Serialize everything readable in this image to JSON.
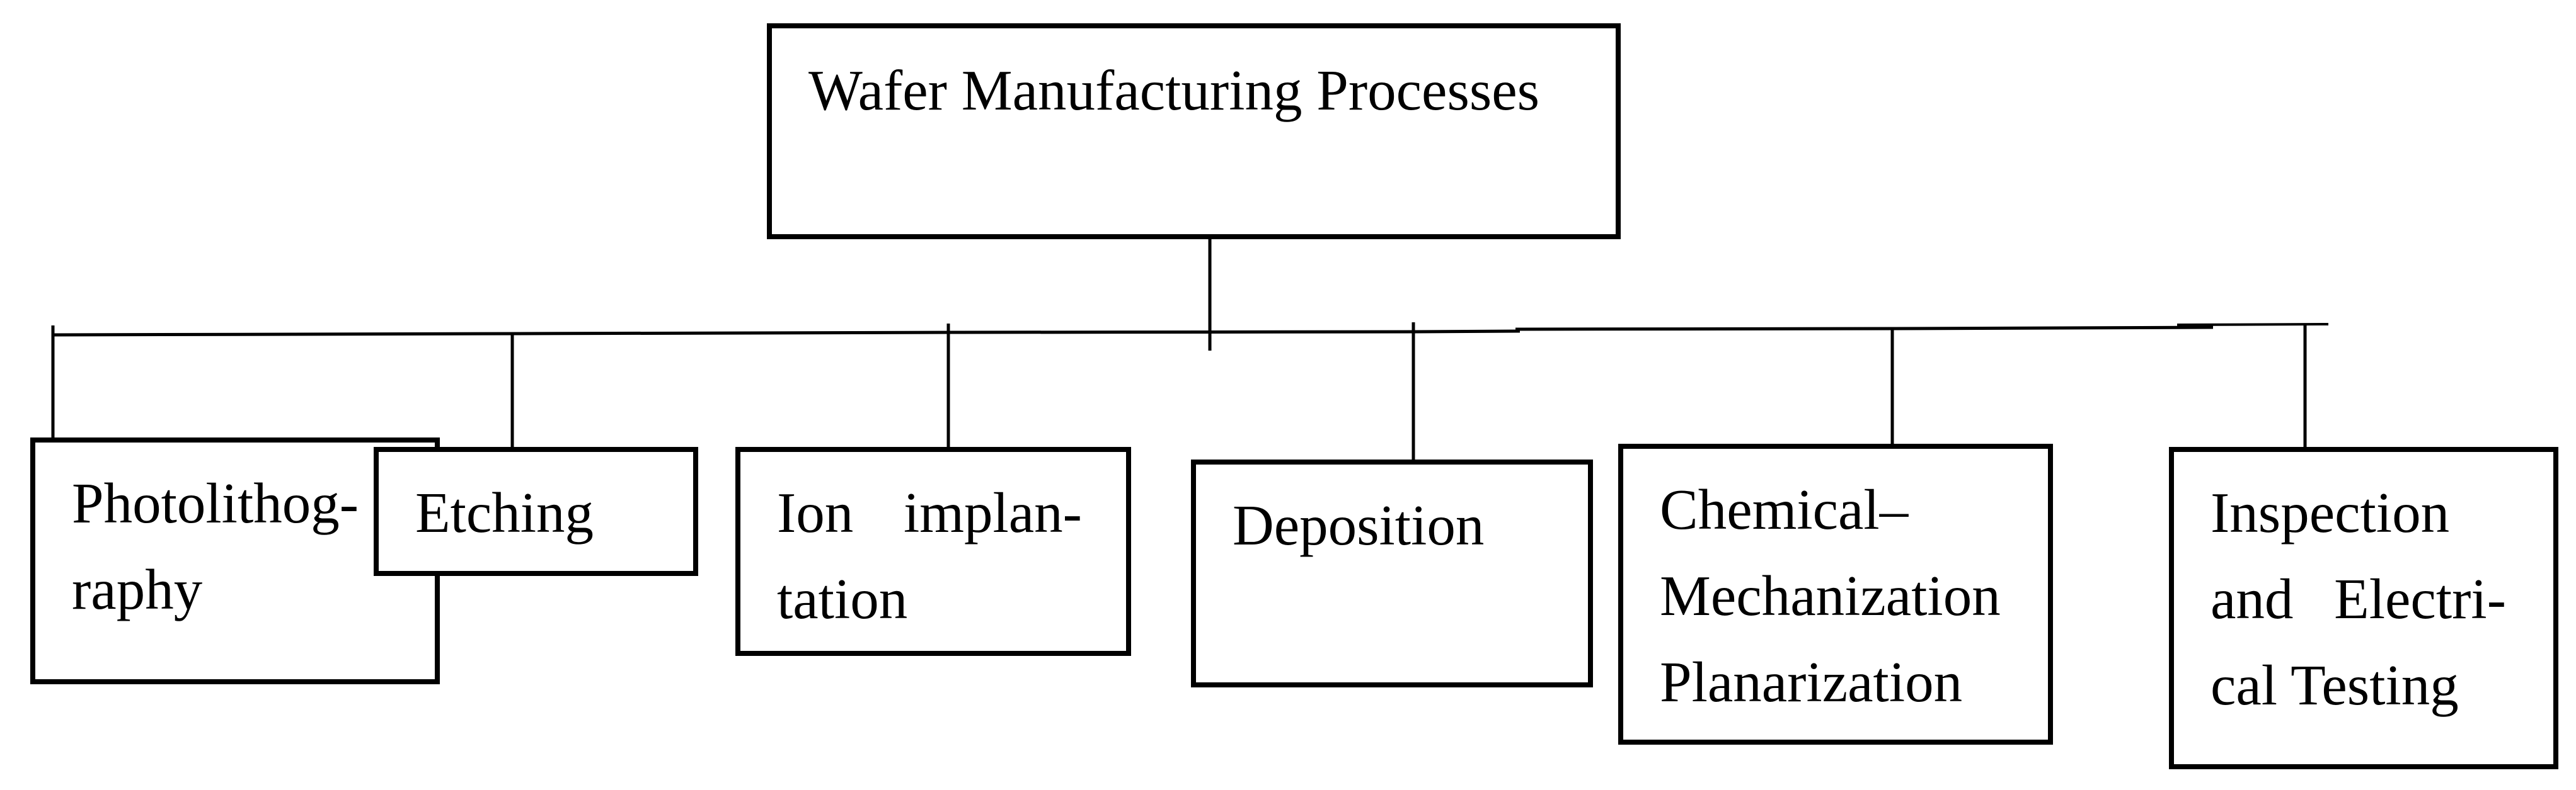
{
  "root": {
    "label": "Wafer Manufacturing Processes"
  },
  "processes": [
    {
      "name": "photolithography",
      "lines": [
        "Photolithog-",
        "raphy"
      ]
    },
    {
      "name": "etching",
      "lines": [
        "Etching"
      ]
    },
    {
      "name": "ion-implantation",
      "lines": [
        "Ion implan-",
        "tation"
      ]
    },
    {
      "name": "deposition",
      "lines": [
        "Deposition"
      ]
    },
    {
      "name": "chemical-mechanization-planarization",
      "lines": [
        "Chemical–",
        "Mechanization",
        "Planarization"
      ]
    },
    {
      "name": "inspection-and-electrical-testing",
      "lines": [
        "Inspection",
        "and Electri-",
        "cal Testing"
      ]
    }
  ],
  "colors": {
    "line": "#000000",
    "text": "#000000",
    "background": "#ffffff"
  }
}
